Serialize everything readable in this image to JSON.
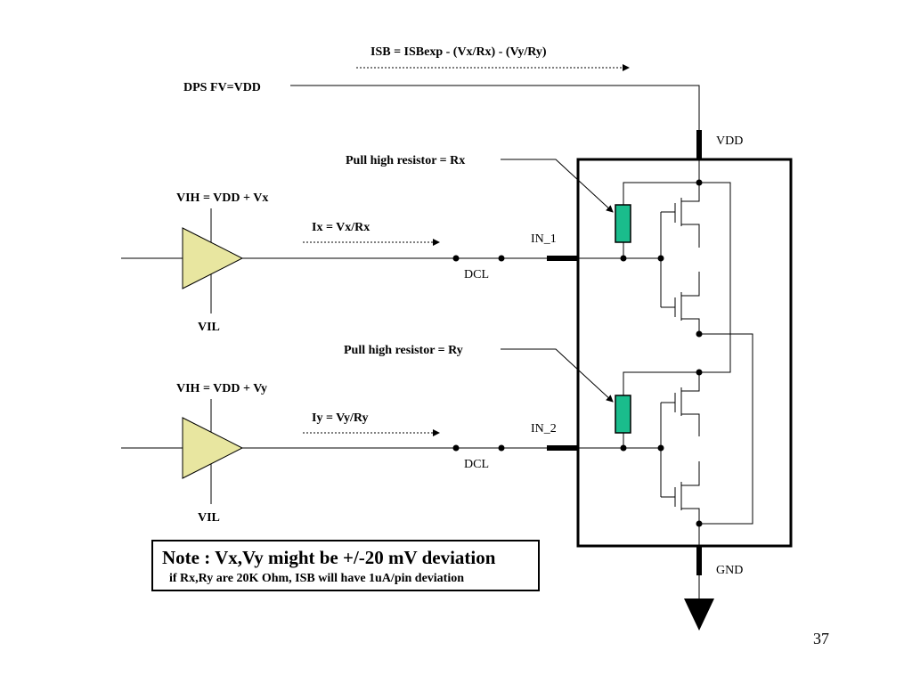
{
  "colors": {
    "formula": "#e8401c",
    "resistor": "#1abc8c",
    "line": "#000000",
    "buffer": "#e8e6a0",
    "background": "#ffffff"
  },
  "labels": {
    "isb_formula": "ISB = ISBexp - (Vx/Rx) - (Vy/Ry)",
    "dps": "DPS FV=VDD",
    "vdd": "VDD",
    "gnd": "GND",
    "pull_high_rx": "Pull high resistor = Rx",
    "pull_high_ry": "Pull high resistor = Ry",
    "vih_x": "VIH = VDD + Vx",
    "vih_y": "VIH = VDD + Vy",
    "vil_1": "VIL",
    "vil_2": "VIL",
    "ix": "Ix = Vx/Rx",
    "iy": "Iy =  Vy/Ry",
    "in1": "IN_1",
    "in2": "IN_2",
    "dcl_1": "DCL",
    "dcl_2": "DCL"
  },
  "note": {
    "title": "Note : Vx,Vy might be +/-20 mV deviation",
    "subtitle": "if Rx,Ry are 20K Ohm, ISB will have 1uA/pin deviation"
  },
  "page_number": "37",
  "icons": [
    "buffer-triangle-icon",
    "resistor-icon",
    "nmos-transistor-icon",
    "ground-arrow-icon"
  ]
}
